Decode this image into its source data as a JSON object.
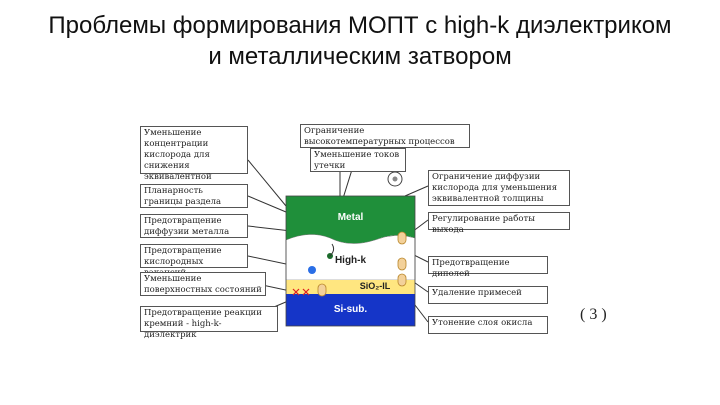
{
  "title": {
    "line1": "Проблемы формирования МОПТ с high-k диэлектриком",
    "line2": "и металлическим затвором"
  },
  "layers": {
    "metal": "Metal",
    "highk": "High-k",
    "sio2": "SiO₂-IL",
    "si": "Si-sub."
  },
  "left_boxes": [
    "Уменьшение концентрации кислорода для снижения эквивалентной толщины",
    "Планарность границы раздела",
    "Предотвращение диффузии металла",
    "Предотвращение кислородных вакансий",
    "Уменьшение поверхностных состояний",
    "Предотвращение реакции кремний - high-k- диэлектрик"
  ],
  "top_boxes": [
    "Ограничение высокотемпературных процессов",
    "Уменьшение токов утечки"
  ],
  "right_boxes": [
    "Ограничение диффузии кислорода для уменьшения эквивалентной толщины",
    "Регулирование работы выхода",
    "Предотвращение диполей",
    "Удаление примесей",
    "Утонение слоя окисла"
  ],
  "note": "( 3 )",
  "colors": {
    "metal": "#1f8f3a",
    "highk": "#ffffff",
    "sio2": "#ffe680",
    "si": "#1535c8"
  }
}
